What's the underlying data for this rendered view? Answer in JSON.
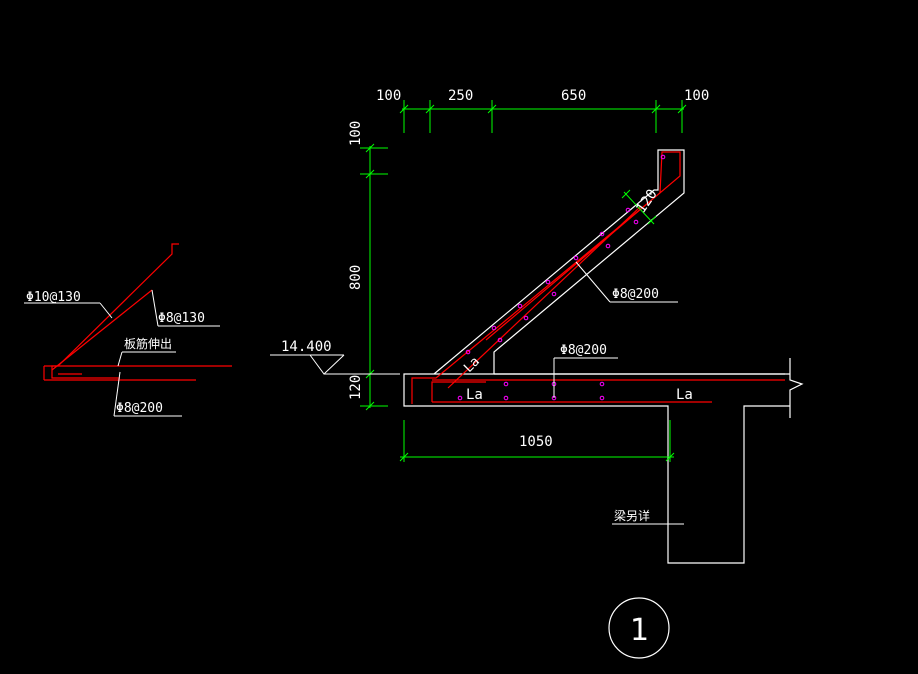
{
  "colors": {
    "background": "#000000",
    "outline": "#ffffff",
    "rebar": "#ff0000",
    "dimension": "#00ff00",
    "rebar_dot": "#ff00ff",
    "text": "#ffffff"
  },
  "dimensions": {
    "top": [
      "100",
      "250",
      "650",
      "100"
    ],
    "left_vertical": [
      "100",
      "800",
      "120"
    ],
    "bottom": "1050",
    "thickness_diagonal": "120"
  },
  "elevation": "14.400",
  "labels": {
    "rebar_slab_top": "Φ8@200",
    "rebar_diagonal": "Φ8@200",
    "anchor_la_left": "La",
    "anchor_la_right": "La",
    "anchor_la_diagonal": "La",
    "beam_note": "梁另详"
  },
  "detail": {
    "rebar_a": "Φ10@130",
    "rebar_b": "Φ8@130",
    "rebar_c": "Φ8@200",
    "note": "板筋伸出"
  },
  "section_mark": "1"
}
